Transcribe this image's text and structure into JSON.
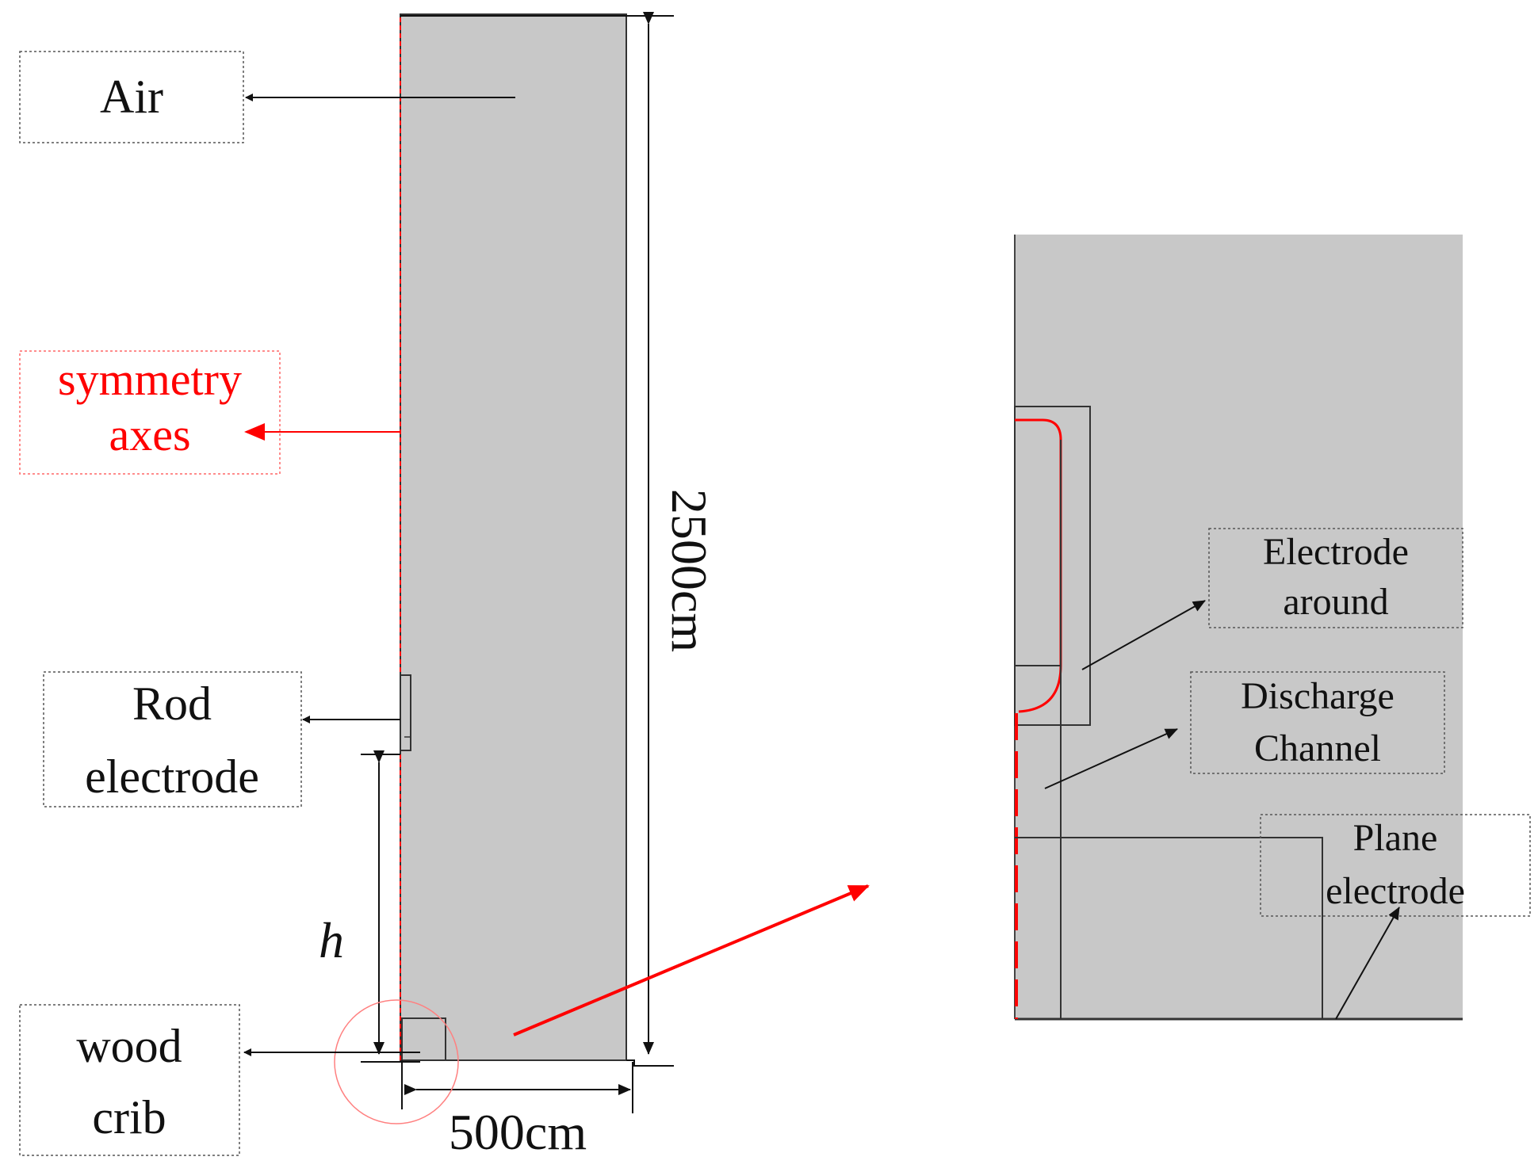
{
  "labels": {
    "air": "Air",
    "symmetry_line1": "symmetry",
    "symmetry_line2": "axes",
    "rod_line1": "Rod",
    "rod_line2": "electrode",
    "wood_line1": "wood",
    "wood_line2": "crib",
    "h_symbol": "h",
    "height_dim": "2500cm",
    "width_dim": "500cm",
    "electrode_around_line1": "Electrode",
    "electrode_around_line2": "around",
    "discharge_line1": "Discharge",
    "discharge_line2": "Channel",
    "plane_line1": "Plane",
    "plane_line2": "electrode"
  },
  "colors": {
    "domain_fill": "#c8c8c8",
    "outline": "#333333",
    "symmetry": "#ff0000",
    "arrow": "#111111",
    "label_box_border": "#555555"
  }
}
